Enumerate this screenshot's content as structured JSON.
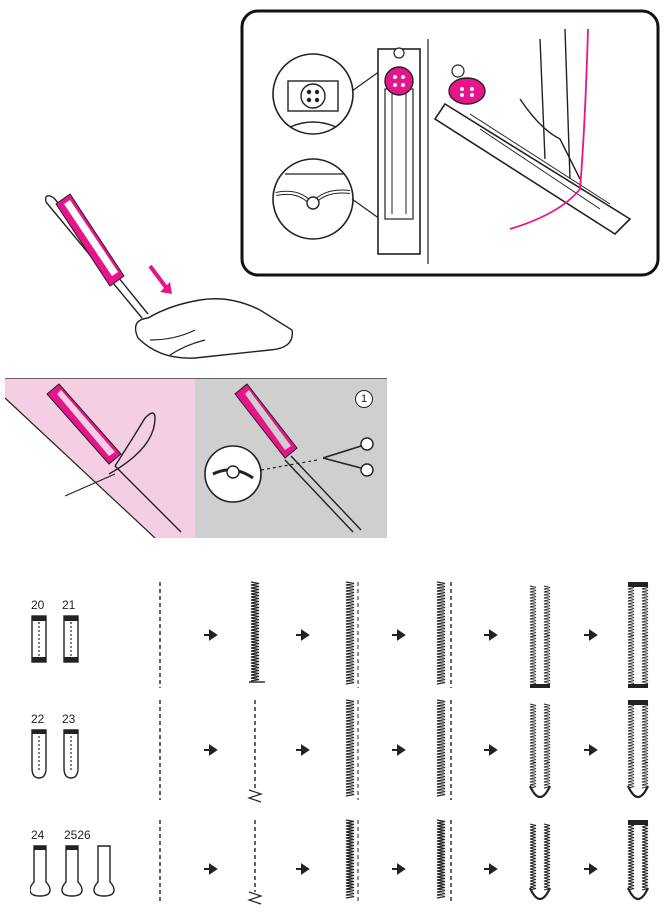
{
  "callout": {
    "number": "1"
  },
  "rows": [
    {
      "numbers": [
        "20",
        "21"
      ]
    },
    {
      "numbers": [
        "22",
        "23"
      ]
    },
    {
      "numbers": [
        "24",
        "2526"
      ]
    }
  ],
  "colors": {
    "accent": "#e8148c",
    "light_pink": "#f4cfe4",
    "panel_grey": "#cfcfcf",
    "line": "#222222"
  },
  "icons": [
    "button-icon",
    "arrow-right-icon",
    "scissors-icon",
    "hand-icon",
    "needle-icon"
  ]
}
